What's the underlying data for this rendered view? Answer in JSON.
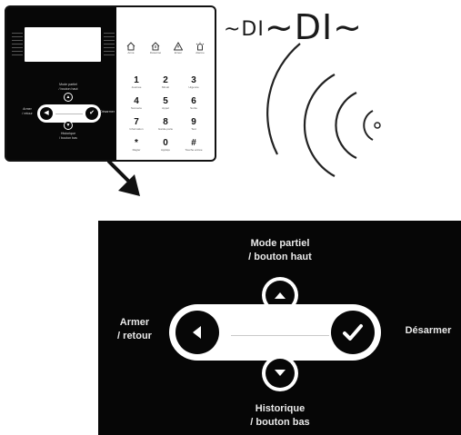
{
  "logo": {
    "part1": "~DI",
    "part2": "~DI~"
  },
  "keypad": {
    "mini_labels": {
      "up": "Mode partiel\n/ bouton haut",
      "left": "Armer\n/ retour",
      "right": "Désarmer",
      "down": "Historique\n/ bouton bas"
    },
    "function_keys": [
      {
        "icon": "home-icon",
        "label": "Armé"
      },
      {
        "icon": "home-alert-icon",
        "label": "Désarmé"
      },
      {
        "icon": "alert-triangle-icon",
        "label": "Erreur"
      },
      {
        "icon": "siren-icon",
        "label": "Alarme"
      }
    ],
    "keys": [
      {
        "digit": "1",
        "label": "Journée"
      },
      {
        "digit": "2",
        "label": "Minuit"
      },
      {
        "digit": "3",
        "label": "Urgence"
      },
      {
        "digit": "4",
        "label": "Sonnerie"
      },
      {
        "digit": "5",
        "label": "Appel"
      },
      {
        "digit": "6",
        "label": "Sortie"
      },
      {
        "digit": "7",
        "label": "Information"
      },
      {
        "digit": "8",
        "label": "Garde-porte"
      },
      {
        "digit": "9",
        "label": "Test"
      },
      {
        "digit": "*",
        "label": "Régler"
      },
      {
        "digit": "0",
        "label": "Appliqu"
      },
      {
        "digit": "#",
        "label": "Touche entrée"
      }
    ]
  },
  "zoom": {
    "up_label": "Mode partiel\n/ bouton haut",
    "left_label": "Armer\n/ retour",
    "right_label": "Désarmer",
    "down_label": "Historique\n/ bouton bas"
  },
  "colors": {
    "panel": "#060606",
    "button": "#ffffff",
    "text": "#e9e9e9"
  }
}
